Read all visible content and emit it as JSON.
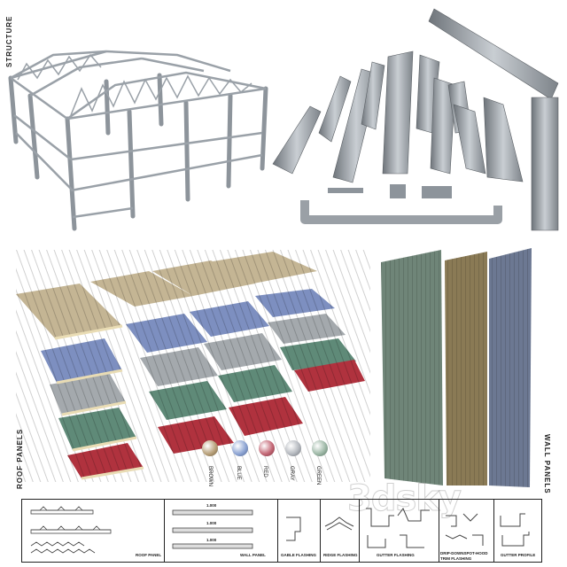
{
  "labels": {
    "structure": "STRUCTURE",
    "roof_panels": "ROOF PANELS",
    "wall_panels": "WALL PANELS"
  },
  "swatches": [
    {
      "name": "BROWN",
      "color": "#b9a27c"
    },
    {
      "name": "BLUE",
      "color": "#8fa6d4"
    },
    {
      "name": "RED",
      "color": "#c56a78"
    },
    {
      "name": "GRAY",
      "color": "#b6bac0"
    },
    {
      "name": "GREEN",
      "color": "#9fb9a8"
    }
  ],
  "profiles": {
    "roof_panel": "ROOF PANEL",
    "wall_panel": "WALL PANEL",
    "gable_flashing": "GABLE FLASHING",
    "ridge_flashing": "RIDGE FLASHING",
    "gutter_flashing": "GUTTER FLASHING",
    "drip_downspot": "DRIP-DOWNSPOT-HOOD TRIM FLASHING",
    "gutter_profile": "GUTTER PROFILE",
    "dim_1": "1.000"
  },
  "watermark": "3dsky",
  "colors": {
    "steel": "#8d949b",
    "panel_core": "#e9dcb4",
    "brown_panel": "#b8a987",
    "blue_panel": "#7d8fc0",
    "gray_panel": "#a4a9ad",
    "green_panel": "#5f8a78",
    "red_panel": "#b0323e",
    "wall_green": "#6f8578",
    "wall_brown": "#8a7a55",
    "wall_blue": "#6c7892"
  }
}
